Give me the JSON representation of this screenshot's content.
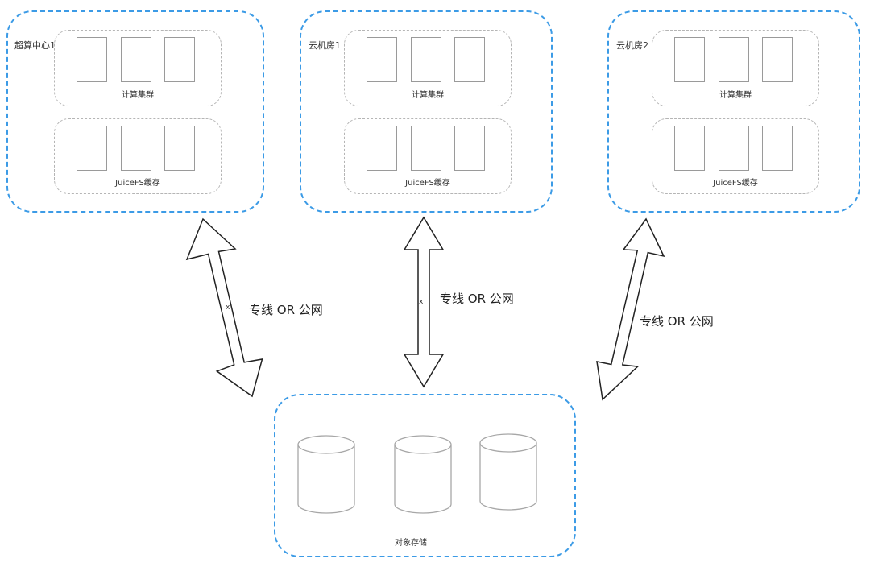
{
  "sites": [
    {
      "label": "超算中心1",
      "compute_label": "计算集群",
      "cache_label": "JuiceFS缓存"
    },
    {
      "label": "云机房1",
      "compute_label": "计算集群",
      "cache_label": "JuiceFS缓存"
    },
    {
      "label": "云机房2",
      "compute_label": "计算集群",
      "cache_label": "JuiceFS缓存"
    }
  ],
  "links": [
    {
      "label": "专线 OR 公网",
      "mark": "x"
    },
    {
      "label": "专线 OR 公网",
      "mark": "x"
    },
    {
      "label": "专线 OR 公网"
    }
  ],
  "storage": {
    "label": "对象存储"
  },
  "colors": {
    "site_border": "#3c9be6",
    "group_border": "#b5b5b5",
    "node_border": "#9a9a9a",
    "arrow_stroke": "#222222"
  }
}
